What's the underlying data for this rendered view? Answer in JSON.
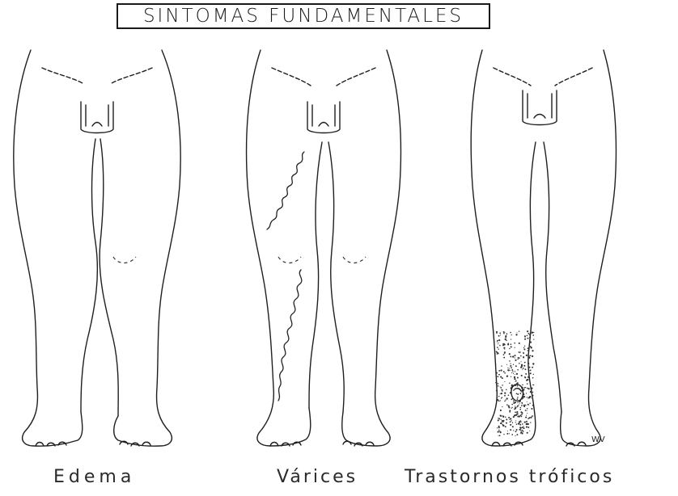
{
  "title": "SINTOMAS FUNDAMENTALES",
  "figures": [
    {
      "caption": "Edema"
    },
    {
      "caption": "Várices"
    },
    {
      "caption": "Trastornos tróficos"
    }
  ],
  "signature": "WV"
}
